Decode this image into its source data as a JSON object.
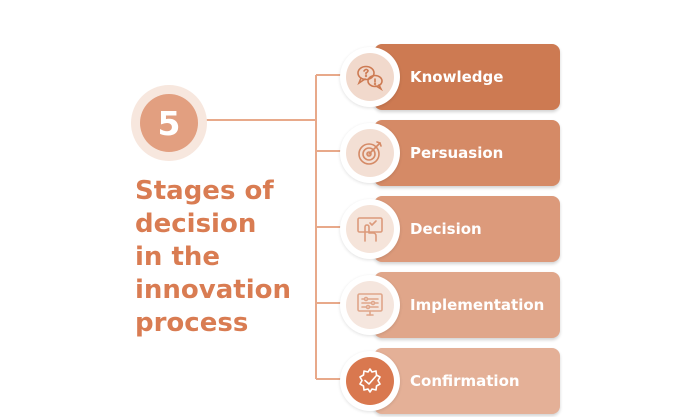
{
  "badge": {
    "number": "5"
  },
  "heading": {
    "lines": [
      "Stages of",
      "decision",
      "in the",
      "innovation",
      "process"
    ]
  },
  "colors": {
    "accent_text": "#d97c52",
    "connector": "#e8a98a",
    "badge_fill": "#e29f80",
    "badge_ring": "#f7e7de"
  },
  "stages": [
    {
      "label": "Knowledge",
      "icon": "speech-bubbles-icon",
      "box_color": "#cd7a52",
      "icon_color": "#f1d9cc"
    },
    {
      "label": "Persuasion",
      "icon": "target-icon",
      "box_color": "#d58a66",
      "icon_color": "#f3dfd4"
    },
    {
      "label": "Decision",
      "icon": "hand-touch-icon",
      "box_color": "#dc9a7b",
      "icon_color": "#f5e4da"
    },
    {
      "label": "Implementation",
      "icon": "sliders-monitor-icon",
      "box_color": "#e0a68a",
      "icon_color": "#f5e6de"
    },
    {
      "label": "Confirmation",
      "icon": "gear-check-icon",
      "box_color": "#e4b097",
      "icon_color": "#d9784f"
    }
  ]
}
